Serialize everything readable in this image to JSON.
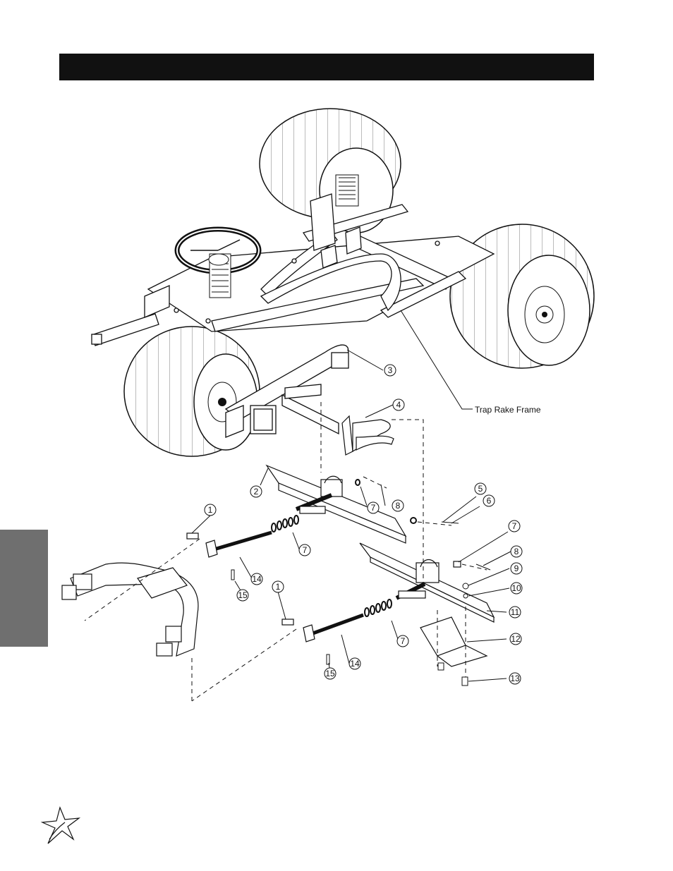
{
  "diagram": {
    "frame_label": "Trap Rake Frame",
    "callouts": [
      "1",
      "2",
      "3",
      "4",
      "5",
      "6",
      "7",
      "8",
      "9",
      "10",
      "11",
      "12",
      "13",
      "14",
      "15"
    ]
  }
}
